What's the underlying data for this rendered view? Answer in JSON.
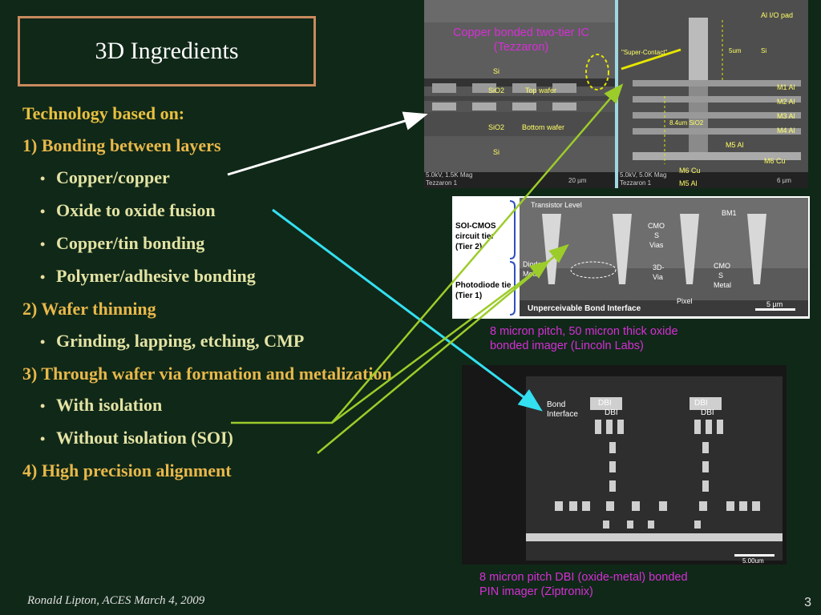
{
  "title": "3D Ingredients",
  "bullets": {
    "heading": "Technology based on:",
    "s1": "1) Bonding between layers",
    "s1_items": [
      "Copper/copper",
      "Oxide to oxide fusion",
      "Copper/tin bonding",
      "Polymer/adhesive bonding"
    ],
    "s2": "2) Wafer thinning",
    "s2_items": [
      "Grinding, lapping, etching, CMP"
    ],
    "s3": "3) Through wafer via formation and metalization",
    "s3_items": [
      "With isolation",
      "Without isolation (SOI)"
    ],
    "s4": "4) High precision alignment"
  },
  "captions": {
    "img1": [
      "Copper bonded two-tier IC",
      "(Tezzaron)"
    ],
    "img2": [
      "8 micron pitch, 50 micron thick oxide",
      "bonded imager (Lincoln Labs)"
    ],
    "img3": [
      "8 micron pitch DBI (oxide-metal) bonded",
      "PIN imager (Ziptronix)"
    ]
  },
  "img1_labels": {
    "si_top": "Si",
    "sio2_a": "SiO2",
    "top_wafer": "Top wafer",
    "sio2_b": "SiO2",
    "bottom_wafer": "Bottom wafer",
    "si_bot": "Si",
    "footer_a": "5.0kV, 1.5K Mag",
    "footer_b": "Tezzaron 1",
    "scale_a": "20 µm",
    "al_pad": "Al I/O pad",
    "super": "\"Super-Contact\"",
    "um5": "5um",
    "si_r": "Si",
    "m1": "M1 Al",
    "m2": "M2 Al",
    "m3": "M3 Al",
    "m4": "M4 Al",
    "um84": "8.4um  SiO2",
    "m5": "M5 Al",
    "m6": "M6 Cu",
    "m6b": "M6 Cu",
    "m5b": "M5 Al",
    "footer_c": "5.0kV, 5.0K Mag",
    "footer_d": "Tezzaron 1",
    "scale_b": "6 µm"
  },
  "img2_labels": {
    "soi": "SOI-CMOS",
    "circuit": "circuit tier",
    "tier2": "(Tier 2)",
    "photodiode": "Photodiode tie",
    "tier1": "(Tier 1)",
    "transistor": "Transistor Level",
    "bm1": "BM1",
    "cmos_vias": [
      "CMO",
      "S",
      "Vias"
    ],
    "via3d": [
      "3D-",
      "Via"
    ],
    "cmos_metal": [
      "CMO",
      "S",
      "Metal"
    ],
    "diode": [
      "Diode",
      "Metal"
    ],
    "bond": "Unperceivable Bond Interface",
    "pixel": "Pixel",
    "scale": "5 µm"
  },
  "img3_labels": {
    "bond": [
      "Bond",
      "Interface"
    ],
    "dbi": [
      "DBI",
      "DBI"
    ],
    "dbi2": [
      "DBI",
      "DBI"
    ],
    "scale": "5.00um"
  },
  "footer": {
    "author": "Ronald Lipton, ACES March 4, 2009",
    "page": "3"
  },
  "colors": {
    "background": "#102818",
    "title_border": "#c98a5e",
    "bullet_text": "#e8b84a",
    "caption": "#d62fd6",
    "arrow_white": "#ffffff",
    "arrow_cyan": "#33e0f0",
    "arrow_green": "#9ccc2a"
  }
}
